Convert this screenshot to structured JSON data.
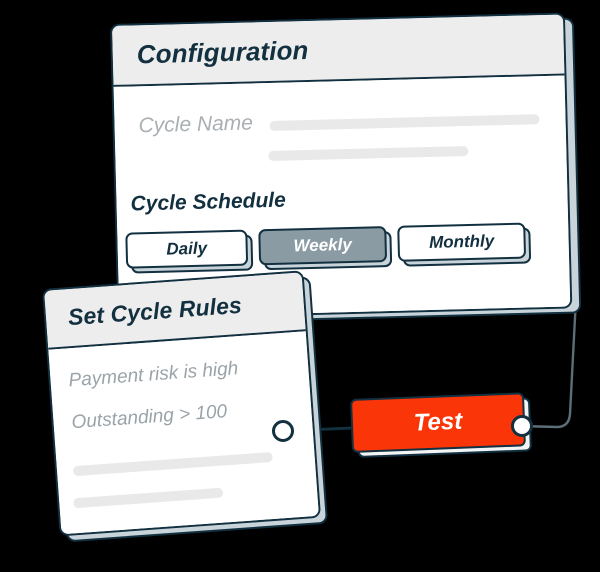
{
  "theme": {
    "background": "#000000",
    "ink": "#12303F",
    "card_face": "#FFFFFF",
    "card_header": "#EDEDED",
    "card_side_shadow": "#C8D4DA",
    "muted_text": "#A9AFB3",
    "placeholder_bar": "#E9E9E9",
    "selected_option": "#8A9BA4",
    "accent": "#FA3508"
  },
  "configuration_card": {
    "title": "Configuration",
    "cycle_name": {
      "label": "Cycle Name",
      "value": "",
      "placeholder": ""
    },
    "schedule": {
      "label": "Cycle Schedule",
      "options": [
        {
          "label": "Daily",
          "selected": false
        },
        {
          "label": "Weekly",
          "selected": true
        },
        {
          "label": "Monthly",
          "selected": false
        }
      ],
      "selected_value": "Weekly"
    }
  },
  "rules_card": {
    "title": "Set Cycle Rules",
    "rules": [
      {
        "text": "Payment risk is high"
      },
      {
        "text": "Outstanding > 100"
      }
    ]
  },
  "test_node": {
    "label": "Test"
  },
  "connectors": {
    "left_node_name": "rules-output-node",
    "right_node_name": "test-output-node"
  }
}
